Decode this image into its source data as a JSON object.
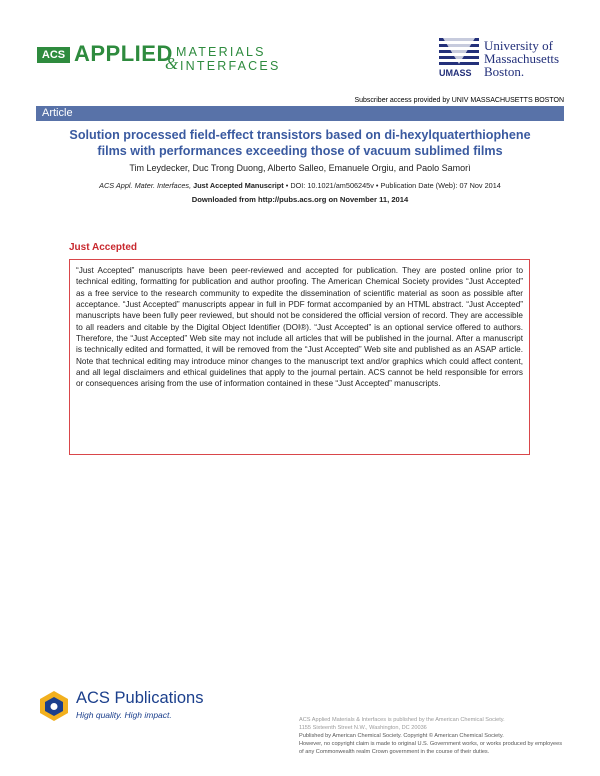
{
  "journal": {
    "badge": "ACS",
    "applied": "APPLIED",
    "materials": "MATERIALS",
    "amp": "&",
    "interfaces": "INTERFACES"
  },
  "university": {
    "line1": "University of",
    "line2": "Massachusetts",
    "umass": "UMASS",
    "line3": "Boston."
  },
  "subscriber": "Subscriber access provided by UNIV MASSACHUSETTS BOSTON",
  "section": "Article",
  "article": {
    "title_line1": "Solution processed field-effect transistors based on di-hexylquaterthiophene",
    "title_line2": "films with performances exceeding those of vacuum sublimed films",
    "authors": "Tim Leydecker, Duc Trong Duong, Alberto Salleo, Emanuele Orgiu, and Paolo Samorì",
    "journal_abbrev": "ACS Appl. Mater. Interfaces,",
    "status": "Just Accepted Manuscript",
    "doi": "• DOI: 10.1021/am506245v • Publication Date (Web): 07 Nov 2014",
    "downloaded": "Downloaded from http://pubs.acs.org on November 11, 2014"
  },
  "just_accepted": {
    "heading": "Just Accepted",
    "body": "“Just Accepted” manuscripts have been peer-reviewed and accepted for publication. They are posted online prior to technical editing, formatting for publication and author proofing. The American Chemical Society provides “Just Accepted” as a free service to the research community to expedite the dissemination of scientific material as soon as possible after acceptance. “Just Accepted” manuscripts appear in full in PDF format accompanied by an HTML abstract. “Just Accepted” manuscripts have been fully peer reviewed, but should not be considered the official version of record. They are accessible to all readers and citable by the Digital Object Identifier (DOI®). “Just Accepted” is an optional service offered to authors. Therefore, the “Just Accepted” Web site may not include all articles that will be published in the journal. After a manuscript is technically edited and formatted, it will be removed from the “Just Accepted” Web site and published as an ASAP article. Note that technical editing may introduce minor changes to the manuscript text and/or graphics which could affect content, and all legal disclaimers and ethical guidelines that apply to the journal pertain. ACS cannot be held responsible for errors or consequences arising from the use of information contained in these “Just Accepted” manuscripts."
  },
  "publisher": {
    "name": "ACS Publications",
    "tagline": "High quality. High impact."
  },
  "footer": {
    "line1": "ACS Applied Materials & Interfaces is published by the American Chemical Society.",
    "line2": "1155 Sixteenth Street N.W., Washington, DC 20036",
    "line3": "Published by American Chemical Society. Copyright © American Chemical Society.",
    "line4": "However, no copyright claim is made to original U.S. Government works, or works produced by employees of any Commonwealth realm Crown government in the course of their duties."
  },
  "colors": {
    "acs_green": "#2e8b3e",
    "umass_blue": "#23307a",
    "title_blue": "#3a5aa0",
    "article_bar": "#5872a8",
    "accent_red": "#c8282e"
  }
}
